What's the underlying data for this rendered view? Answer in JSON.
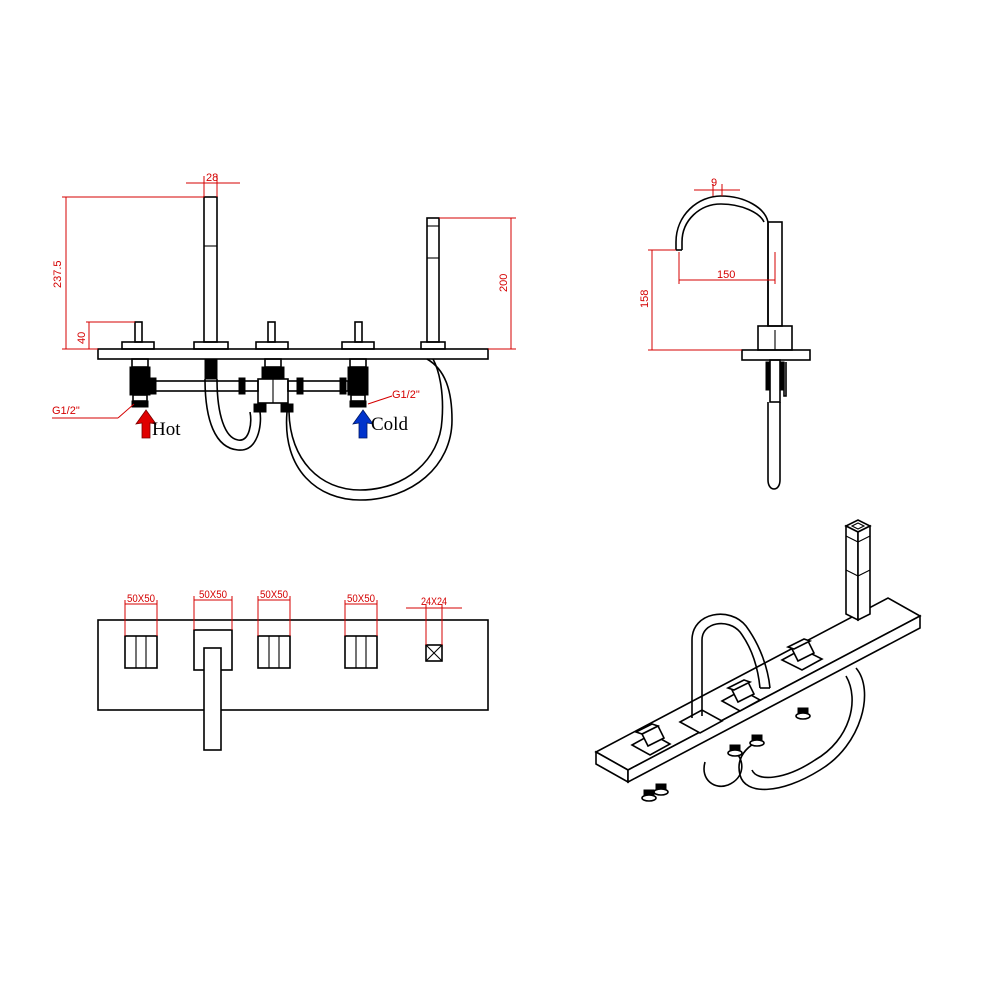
{
  "dimensions": {
    "front_total_height": "237.5",
    "front_spout_width": "28",
    "front_handle_height": "40",
    "front_shower_height": "200",
    "side_spout_thickness": "9",
    "side_spout_reach": "150",
    "side_spout_height": "158",
    "top_handle_1": "50X50",
    "top_handle_2": "50X50",
    "top_handle_3": "50X50",
    "top_handle_4": "50X50",
    "top_shower_holder": "24X24"
  },
  "connections": {
    "hot_thread": "G1/2\"",
    "cold_thread": "G1/2\"",
    "hot_label": "Hot",
    "cold_label": "Cold"
  },
  "colors": {
    "dimension": "#d40000",
    "hot_arrow": "#e00000",
    "cold_arrow": "#0033cc",
    "line": "#000000"
  }
}
